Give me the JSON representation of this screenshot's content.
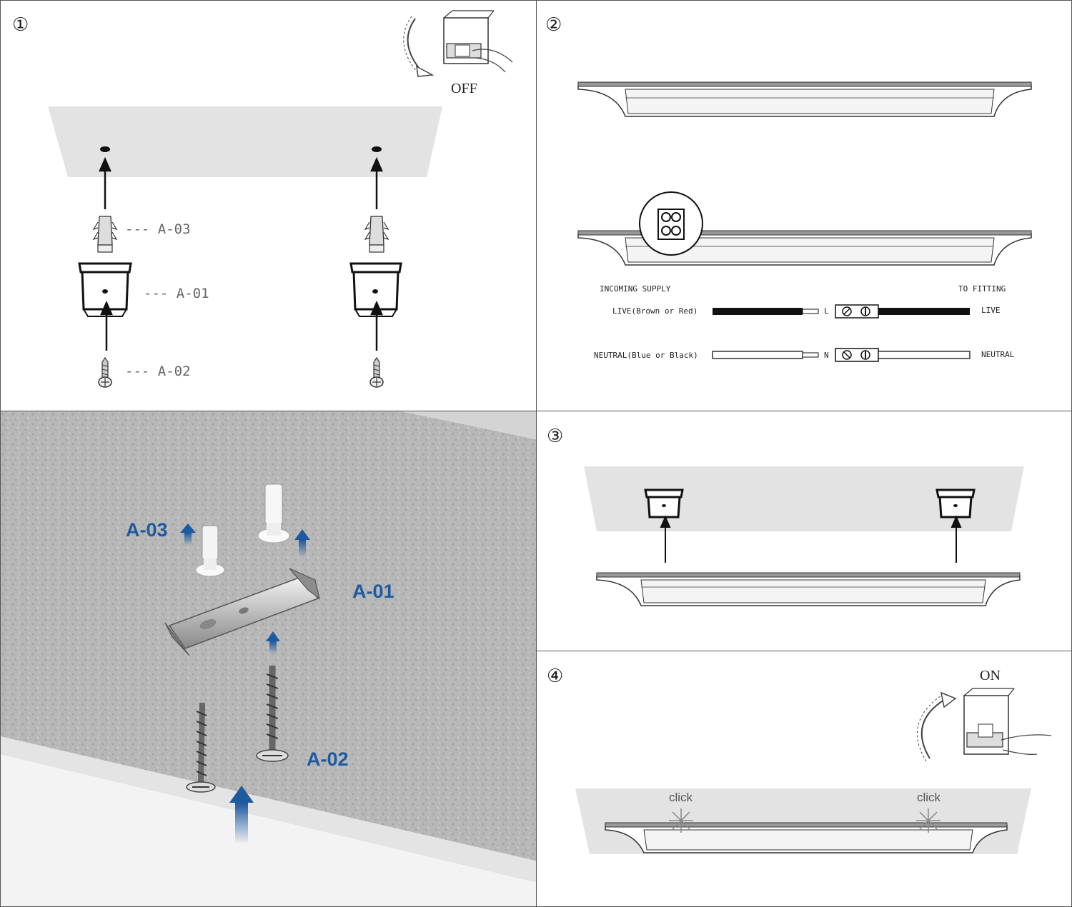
{
  "steps": {
    "s1": "①",
    "s2": "②",
    "s3": "③",
    "s4": "④"
  },
  "panel1": {
    "switch_label": "OFF",
    "anchor_label": "--- A-03",
    "bracket_label": "--- A-01",
    "screw_label": "--- A-02"
  },
  "panel2": {
    "incoming": "INCOMING SUPPLY",
    "to_fitting": "TO FITTING",
    "live_in": "LIVE(Brown or Red)",
    "live_out": "LIVE",
    "live_mark": "L",
    "neutral_in": "NEUTRAL(Blue or Black)",
    "neutral_out": "NEUTRAL",
    "neutral_mark": "N"
  },
  "panel_photo": {
    "anchor": "A-03",
    "bracket": "A-01",
    "screw": "A-02"
  },
  "panel4": {
    "switch_label": "ON",
    "click_left": "click",
    "click_right": "click"
  },
  "colors": {
    "label_blue": "#1e5aa0",
    "ceiling_gray": "#e3e3e3",
    "photo_gray": "#b5b5b5"
  }
}
